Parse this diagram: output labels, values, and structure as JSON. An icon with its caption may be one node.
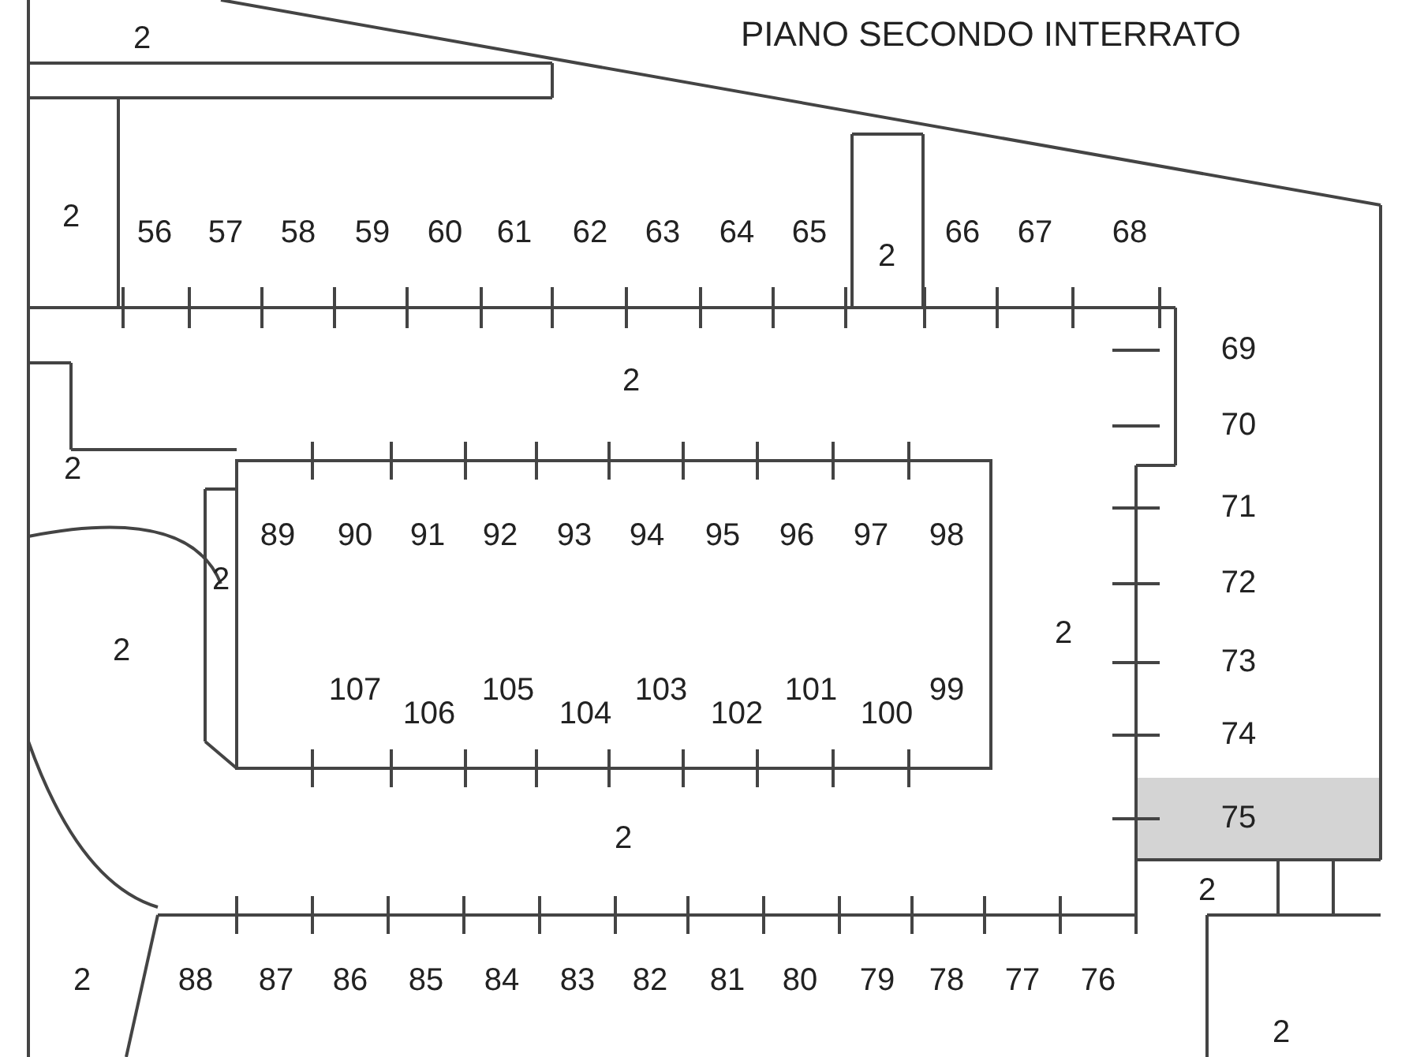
{
  "diagram": {
    "title": "PIANO SECONDO INTERRATO",
    "labels": [
      "2",
      "2",
      "56",
      "57",
      "58",
      "59",
      "60",
      "61",
      "62",
      "63",
      "64",
      "65",
      "2",
      "66",
      "67",
      "68",
      "69",
      "2",
      "70",
      "2",
      "71",
      "89",
      "90",
      "91",
      "92",
      "93",
      "94",
      "95",
      "96",
      "97",
      "98",
      "2",
      "72",
      "2",
      "2",
      "73",
      "107",
      "106",
      "105",
      "104",
      "103",
      "102",
      "101",
      "100",
      "99",
      "74",
      "75",
      "2",
      "2",
      "2",
      "88",
      "87",
      "86",
      "85",
      "84",
      "83",
      "82",
      "81",
      "80",
      "79",
      "78",
      "77",
      "76",
      "2"
    ]
  }
}
